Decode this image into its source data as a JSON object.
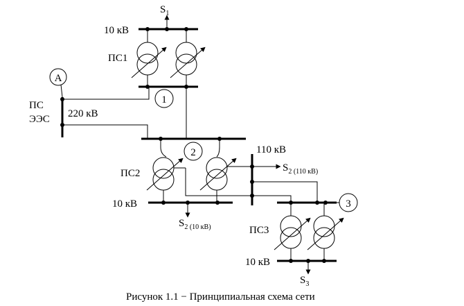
{
  "caption": "Рисунок 1.1 − Принципиальная схема сети",
  "source": {
    "node_label": "A",
    "name_line1": "ПС",
    "name_line2": "ЭЭС",
    "voltage": "220 кВ"
  },
  "ps1": {
    "name": "ПС1",
    "node_number": "1",
    "lv_voltage": "10 кВ",
    "load": "S",
    "load_sub": "1"
  },
  "ps2": {
    "name": "ПС2",
    "node_number": "2",
    "mv_voltage": "110 кВ",
    "lv_voltage": "10 кВ",
    "load_mv": "S",
    "load_mv_sub": "2 (110 кВ)",
    "load_lv": "S",
    "load_lv_sub": "2 (10 кВ)"
  },
  "ps3": {
    "name": "ПС3",
    "node_number": "3",
    "lv_voltage": "10 кВ",
    "load": "S",
    "load_sub": "3"
  }
}
